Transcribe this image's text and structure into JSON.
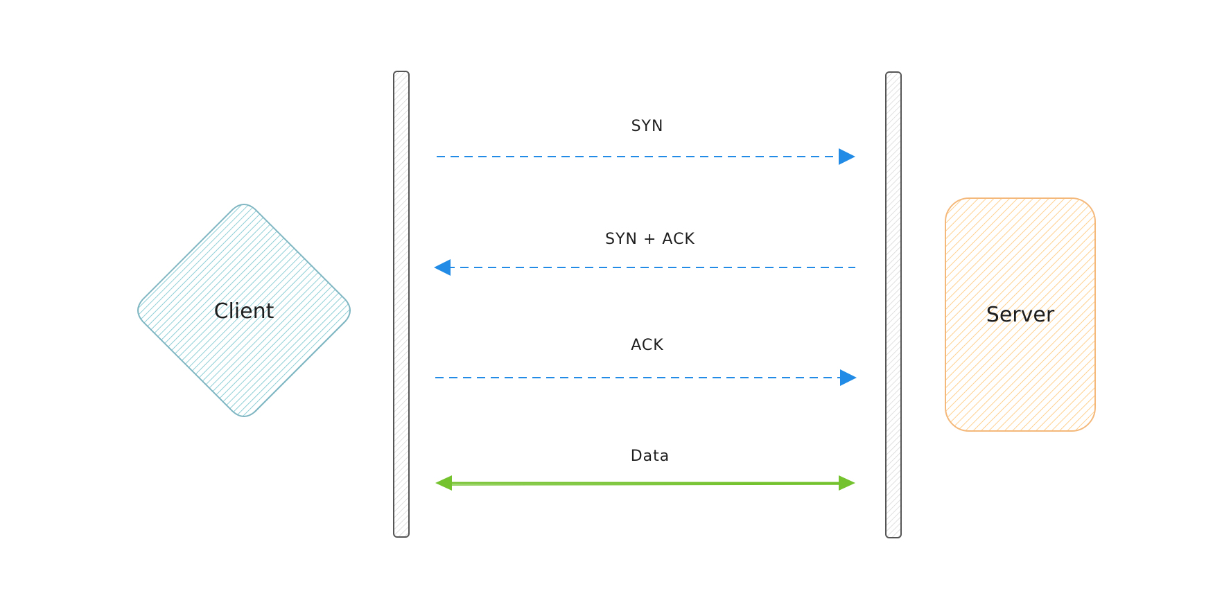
{
  "nodes": {
    "client": {
      "label": "Client",
      "fill": "#9fd8d8",
      "stroke": "#7fb6c2"
    },
    "server": {
      "label": "Server",
      "fill": "#ffd59a",
      "stroke": "#f4b87a"
    }
  },
  "lifelines": {
    "fill": "#e6e6e6",
    "stroke": "#555555"
  },
  "messages": [
    {
      "label": "SYN",
      "direction": "right",
      "style": "dashed",
      "color": "#228be6"
    },
    {
      "label": "SYN + ACK",
      "direction": "left",
      "style": "dashed",
      "color": "#228be6"
    },
    {
      "label": "ACK",
      "direction": "right",
      "style": "dashed",
      "color": "#228be6"
    },
    {
      "label": "Data",
      "direction": "both",
      "style": "solid",
      "color": "#74c32e"
    }
  ]
}
